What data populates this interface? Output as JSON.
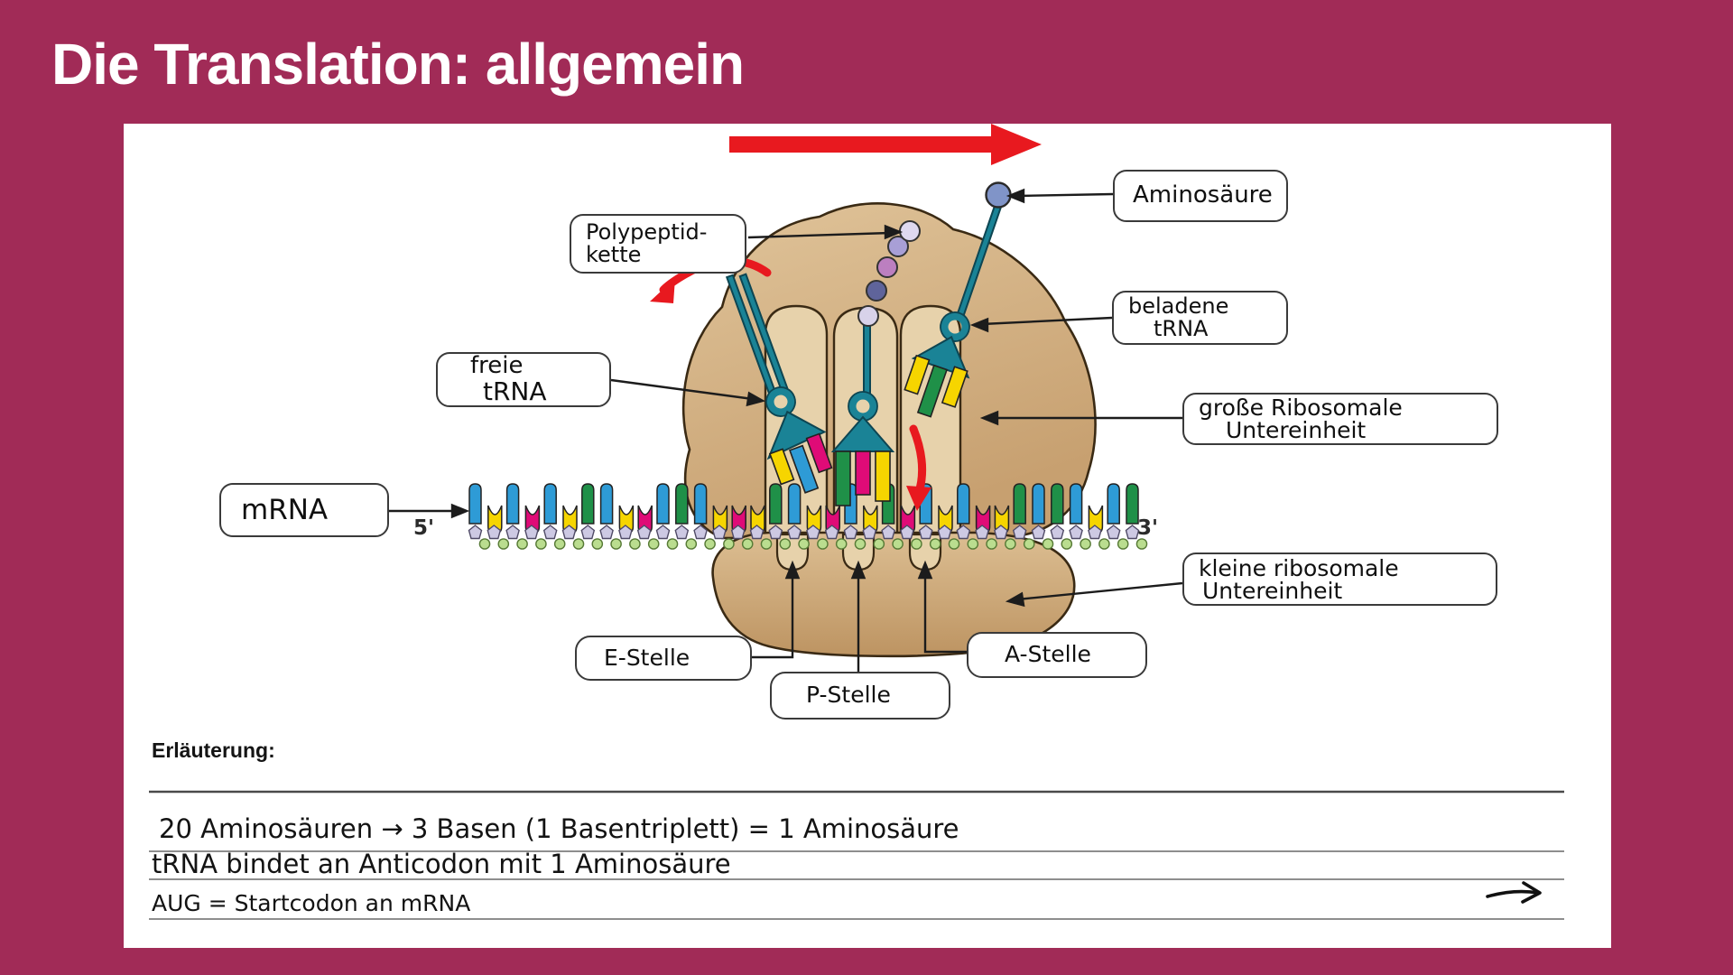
{
  "title": "Die Translation: allgemein",
  "diagram": {
    "labels": {
      "polypeptid": {
        "line1": "Polypeptid-",
        "line2": "kette"
      },
      "aminosaeure": {
        "line1": "Aminosäure"
      },
      "beladene": {
        "line1": "beladene",
        "line2": "tRNA"
      },
      "freie": {
        "line1": "freie",
        "line2": "tRNA"
      },
      "grosse": {
        "line1": "große Ribosomale",
        "line2": "Untereinheit"
      },
      "mrna": {
        "line1": "mRNA"
      },
      "kleine": {
        "line1": "kleine ribosomale",
        "line2": "Untereinheit"
      },
      "e_stelle": {
        "line1": "E-Stelle"
      },
      "p_stelle": {
        "line1": "P-Stelle"
      },
      "a_stelle": {
        "line1": "A-Stelle"
      }
    },
    "strand_ends": {
      "five": "5'",
      "three": "3'"
    },
    "mrna_pattern": [
      "b",
      "y",
      "b",
      "m",
      "b",
      "y",
      "g",
      "b",
      "y",
      "m",
      "b",
      "g",
      "b",
      "y",
      "m",
      "y",
      "g",
      "b",
      "y",
      "m",
      "b",
      "y",
      "g",
      "m",
      "b",
      "y",
      "b",
      "m",
      "y",
      "g",
      "b",
      "g",
      "b",
      "y",
      "b",
      "g"
    ],
    "colors": {
      "blue": "#2e9bd6",
      "green": "#1f9048",
      "yellow": "#f6d500",
      "magenta": "#df0b77",
      "backbone_pentagon": "#cdc9e3",
      "backbone_circle": "#badd8f",
      "trna_teal": "#1a8396",
      "ribosome_tan": "#d8b98c",
      "red_arrow": "#e8191f",
      "background": "#a12b57"
    }
  },
  "notes": {
    "heading": "Erläuterung:",
    "lines": [
      "20 Aminosäuren → 3 Basen (1 Basentriplett) = 1 Aminosäure",
      "tRNA bindet an Anticodon mit 1 Aminosäure",
      "AUG = Startcodon an mRNA"
    ]
  }
}
